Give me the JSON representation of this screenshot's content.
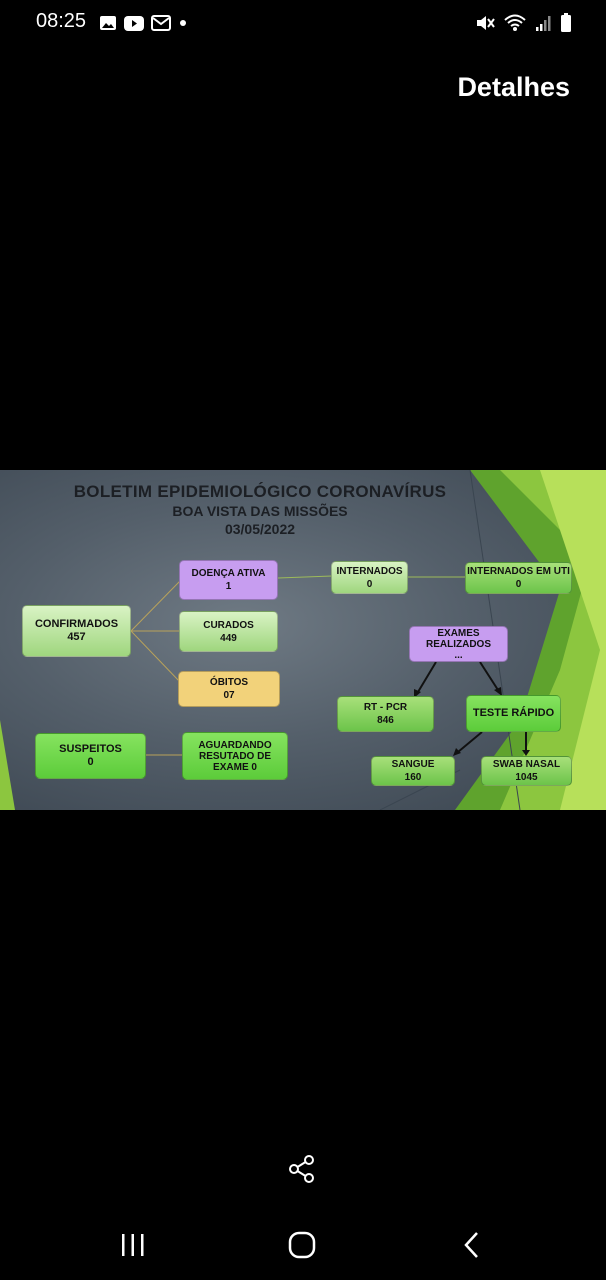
{
  "status_bar": {
    "time": "08:25",
    "left_icons": [
      "gallery-icon",
      "youtube-icon",
      "mail-icon",
      "dot-icon"
    ],
    "right_icons": [
      "mute-icon",
      "wifi-icon",
      "signal-icon",
      "battery-icon"
    ]
  },
  "header": {
    "details_label": "Detalhes"
  },
  "image": {
    "title": "BOLETIM EPIDEMIOLÓGICO CORONAVÍRUS",
    "subtitle": "BOA VISTA DAS MISSÕES",
    "date": "03/05/2022",
    "boxes": {
      "confirmados": {
        "label": "CONFIRMADOS",
        "value": "457"
      },
      "doenca_ativa": {
        "label": "DOENÇA  ATIVA",
        "value": "1"
      },
      "curados": {
        "label": "CURADOS",
        "value": "449"
      },
      "obitos": {
        "label": "ÓBITOS",
        "value": "07"
      },
      "internados": {
        "label": "INTERNADOS",
        "value": "0"
      },
      "internados_uti": {
        "label": "INTERNADOS EM UTI",
        "value": "0"
      },
      "exames": {
        "label1": "EXAMES",
        "label2": "REALIZADOS",
        "value": "..."
      },
      "rt_pcr": {
        "label": "RT - PCR",
        "value": "846"
      },
      "teste_rapido": {
        "label": "TESTE RÁPIDO"
      },
      "sangue": {
        "label": "SANGUE",
        "value": "160"
      },
      "swab": {
        "label": "SWAB NASAL",
        "value": "1045"
      },
      "suspeitos": {
        "label": "SUSPEITOS",
        "value": "0"
      },
      "aguardando": {
        "label1": "AGUARDANDO",
        "label2": "RESUTADO DE",
        "label3": "EXAME  0"
      }
    }
  },
  "bottom": {
    "share_icon": "share-icon",
    "nav_icons": [
      "recent-apps-icon",
      "home-icon",
      "back-icon"
    ]
  }
}
